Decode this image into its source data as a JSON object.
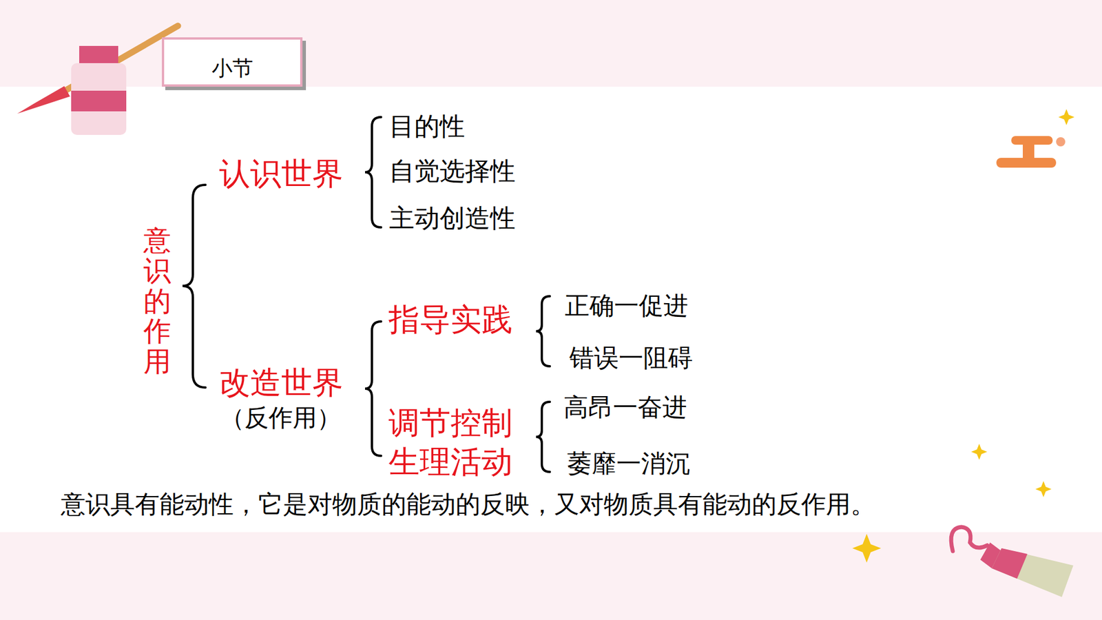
{
  "diagram": {
    "nodes": [
      {
        "text": [
          "小节"
        ]
      }
    ],
    "labels": [
      "意识的作用",
      "认识世界",
      "目的性",
      "自觉选择性",
      "主动创造性",
      "改造世界",
      "（反作用）",
      "指导实践",
      "正确一促进",
      "错误一阻碍",
      "调节控制 生理活动",
      "高昂一奋进",
      "萎靡一消沉",
      "意识具有能动性，它是对物质的能动的反映，又对物质具有能动的反作用。"
    ]
  }
}
